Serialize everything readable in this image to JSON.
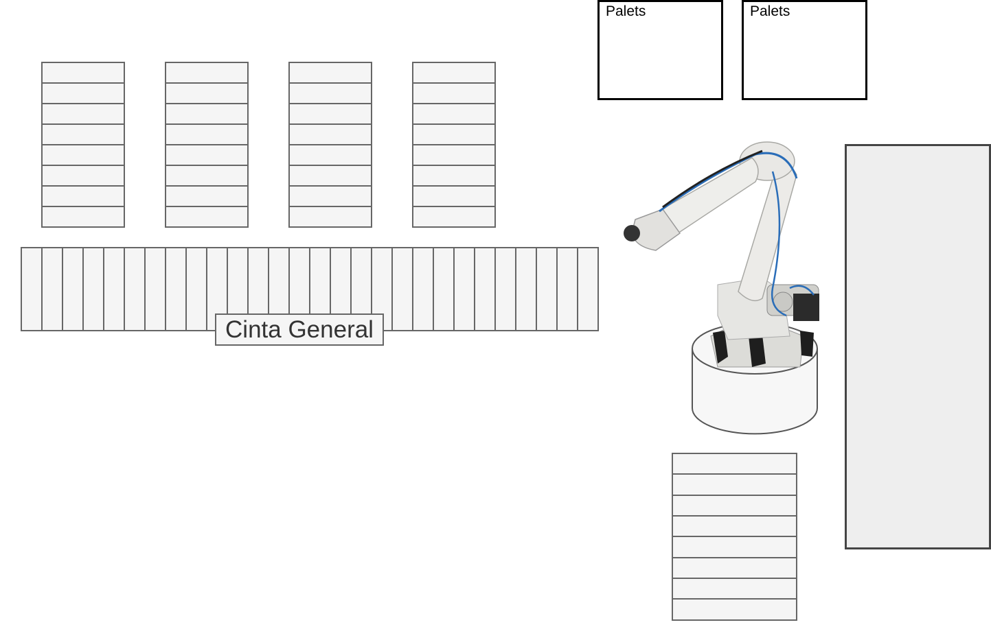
{
  "feeders": [
    {
      "id": "feeder-1",
      "cells": 8
    },
    {
      "id": "feeder-2",
      "cells": 8
    },
    {
      "id": "feeder-3",
      "cells": 8
    },
    {
      "id": "feeder-4",
      "cells": 8
    }
  ],
  "belt": {
    "label": "Cinta General",
    "segments": 28
  },
  "palets": [
    {
      "label": "Palets"
    },
    {
      "label": "Palets"
    }
  ],
  "output_stack": {
    "cells": 8
  },
  "colors": {
    "cell_fill": "#f5f5f5",
    "cell_stroke": "#666666",
    "robot_body": "#e8e8e6",
    "cable": "#2a6db8"
  }
}
